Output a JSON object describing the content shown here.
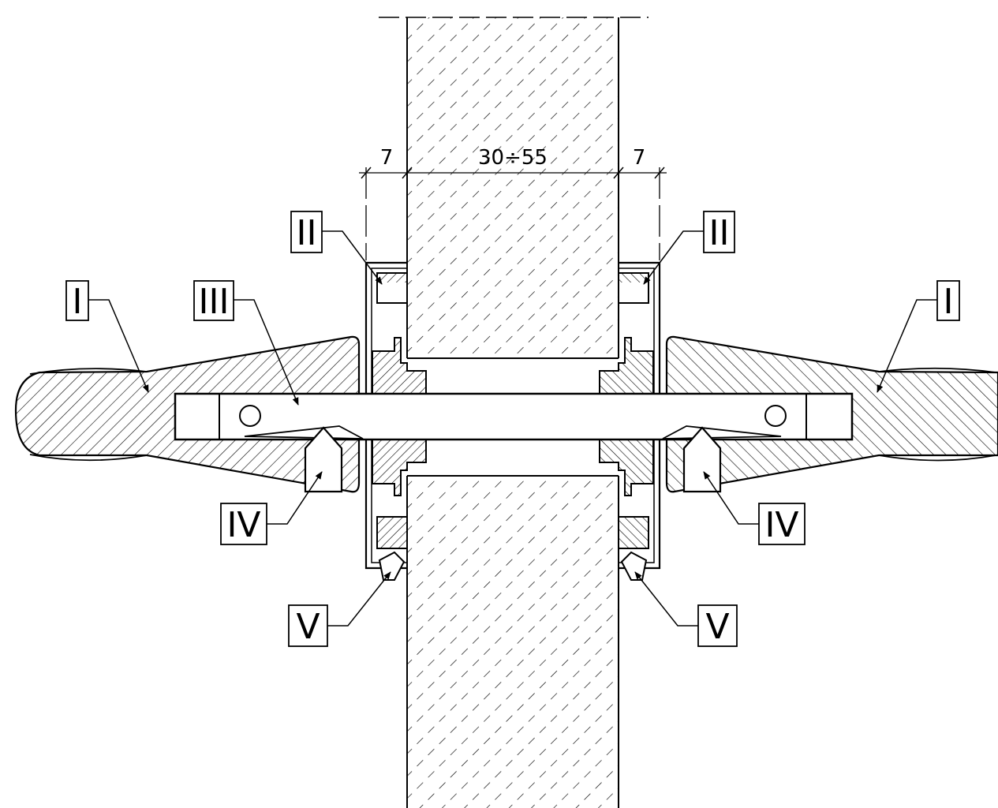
{
  "dimensions": {
    "left_gap": "7",
    "door_thickness": "30÷55",
    "right_gap": "7"
  },
  "callouts": {
    "handle_left": "I",
    "handle_right": "I",
    "rose_left": "II",
    "rose_right": "II",
    "spindle": "III",
    "grub_screw_left": "IV",
    "grub_screw_right": "IV",
    "fixing_screw_left": "V",
    "fixing_screw_right": "V"
  },
  "colors": {
    "line": "#000000",
    "background": "#ffffff"
  }
}
